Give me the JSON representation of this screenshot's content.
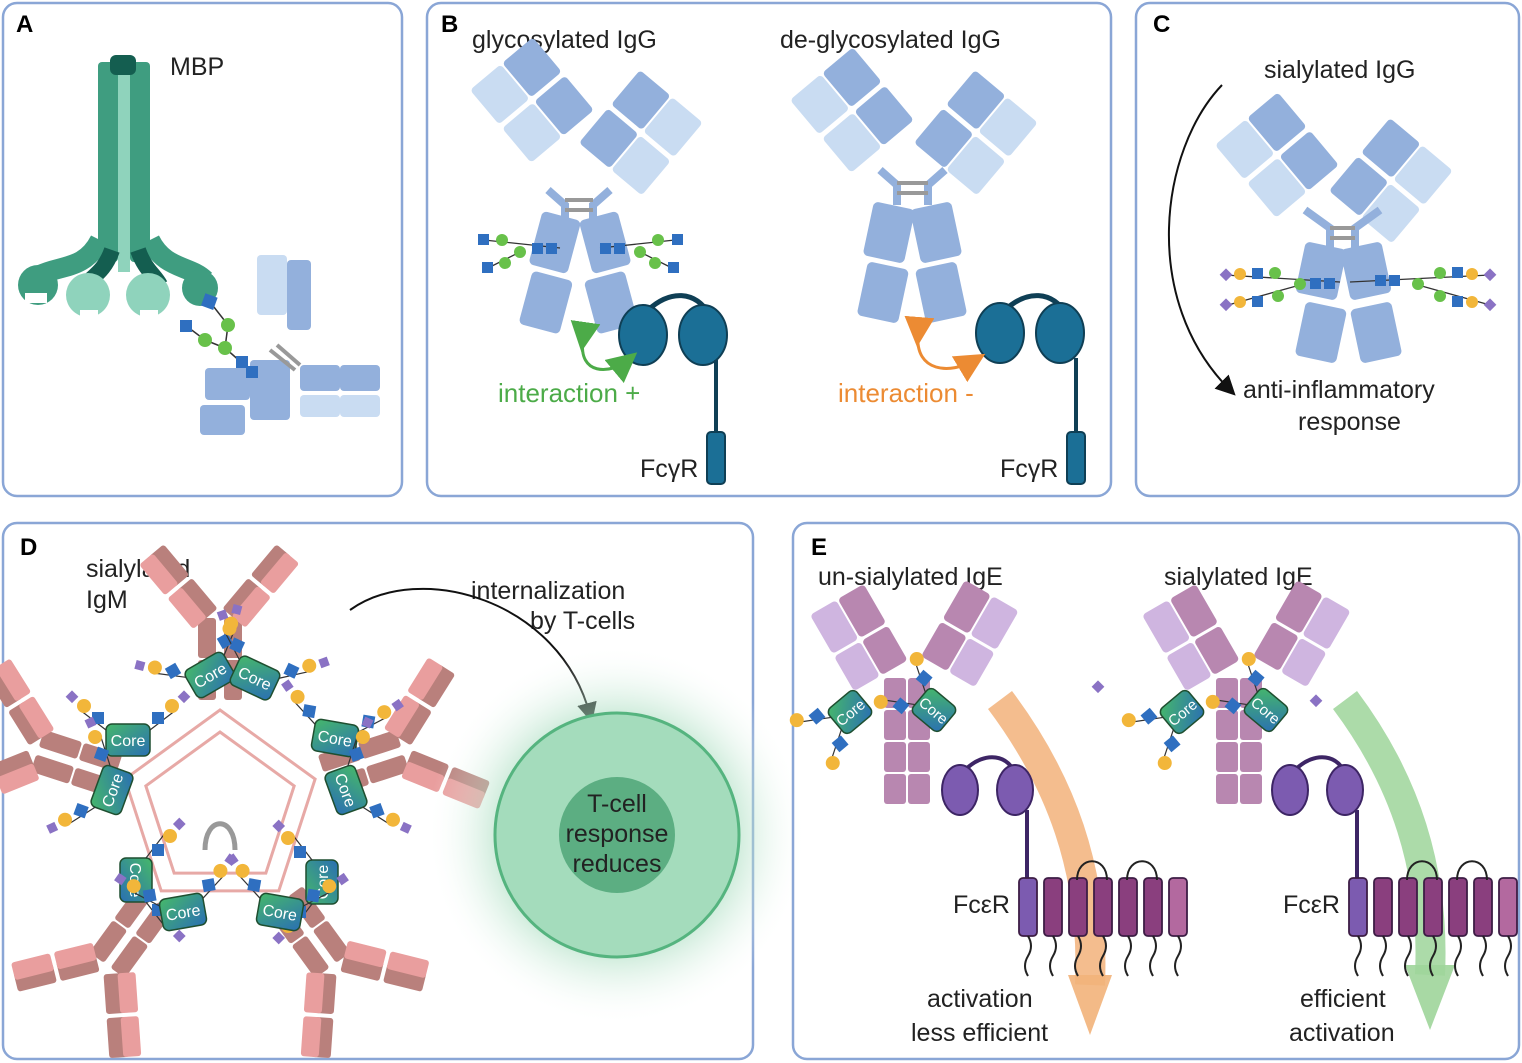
{
  "colors": {
    "panel_border": "#8aa6d6",
    "igg_heavy": "#93b0dc",
    "igg_light": "#c9dcf2",
    "mbp_dark": "#145e50",
    "mbp_mid": "#3f9d80",
    "mbp_light": "#8fd3bc",
    "receptor": "#1b6f96",
    "receptor_stem": "#0f3f55",
    "glcnac": "#2f6fc0",
    "mannose": "#68c14a",
    "galactose": "#f2b63a",
    "sialic": "#8a72c4",
    "igm": "#b9807c",
    "igm_pink": "#e99e9e",
    "core": "#3aa66b",
    "ige": "#b887b0",
    "ige_light": "#cfb5e0",
    "fcer": "#8a3f7e",
    "positive": "#4cab48",
    "negative": "#ec8b33",
    "tcell_outer": "#9fd9b8",
    "tcell_inner": "#5cae82"
  },
  "panels": {
    "a": {
      "letter": "A",
      "mbp_label": "MBP"
    },
    "b": {
      "letter": "B",
      "left_title": "glycosylated IgG",
      "right_title": "de-glycosylated IgG",
      "interaction_pos": "interaction +",
      "interaction_neg": "interaction -",
      "receptor_left": "FcγR",
      "receptor_right": "FcγR"
    },
    "c": {
      "letter": "C",
      "title": "sialylated IgG",
      "response_line1": "anti-inflammatory",
      "response_line2": "response"
    },
    "d": {
      "letter": "D",
      "title_line1": "sialylated",
      "title_line2": "IgM",
      "internal_line1": "internalization",
      "internal_line2": "by T-cells",
      "core_label": "Core",
      "tcell_line1": "T-cell",
      "tcell_line2": "response",
      "tcell_line3": "reduces"
    },
    "e": {
      "letter": "E",
      "left_title": "un-sialylated IgE",
      "right_title": "sialylated IgE",
      "core_label": "Core",
      "receptor_left": "FcεR",
      "receptor_right": "FcεR",
      "left_result_line1": "activation",
      "left_result_line2": "less efficient",
      "right_result_line1": "efficient",
      "right_result_line2": "activation"
    }
  }
}
